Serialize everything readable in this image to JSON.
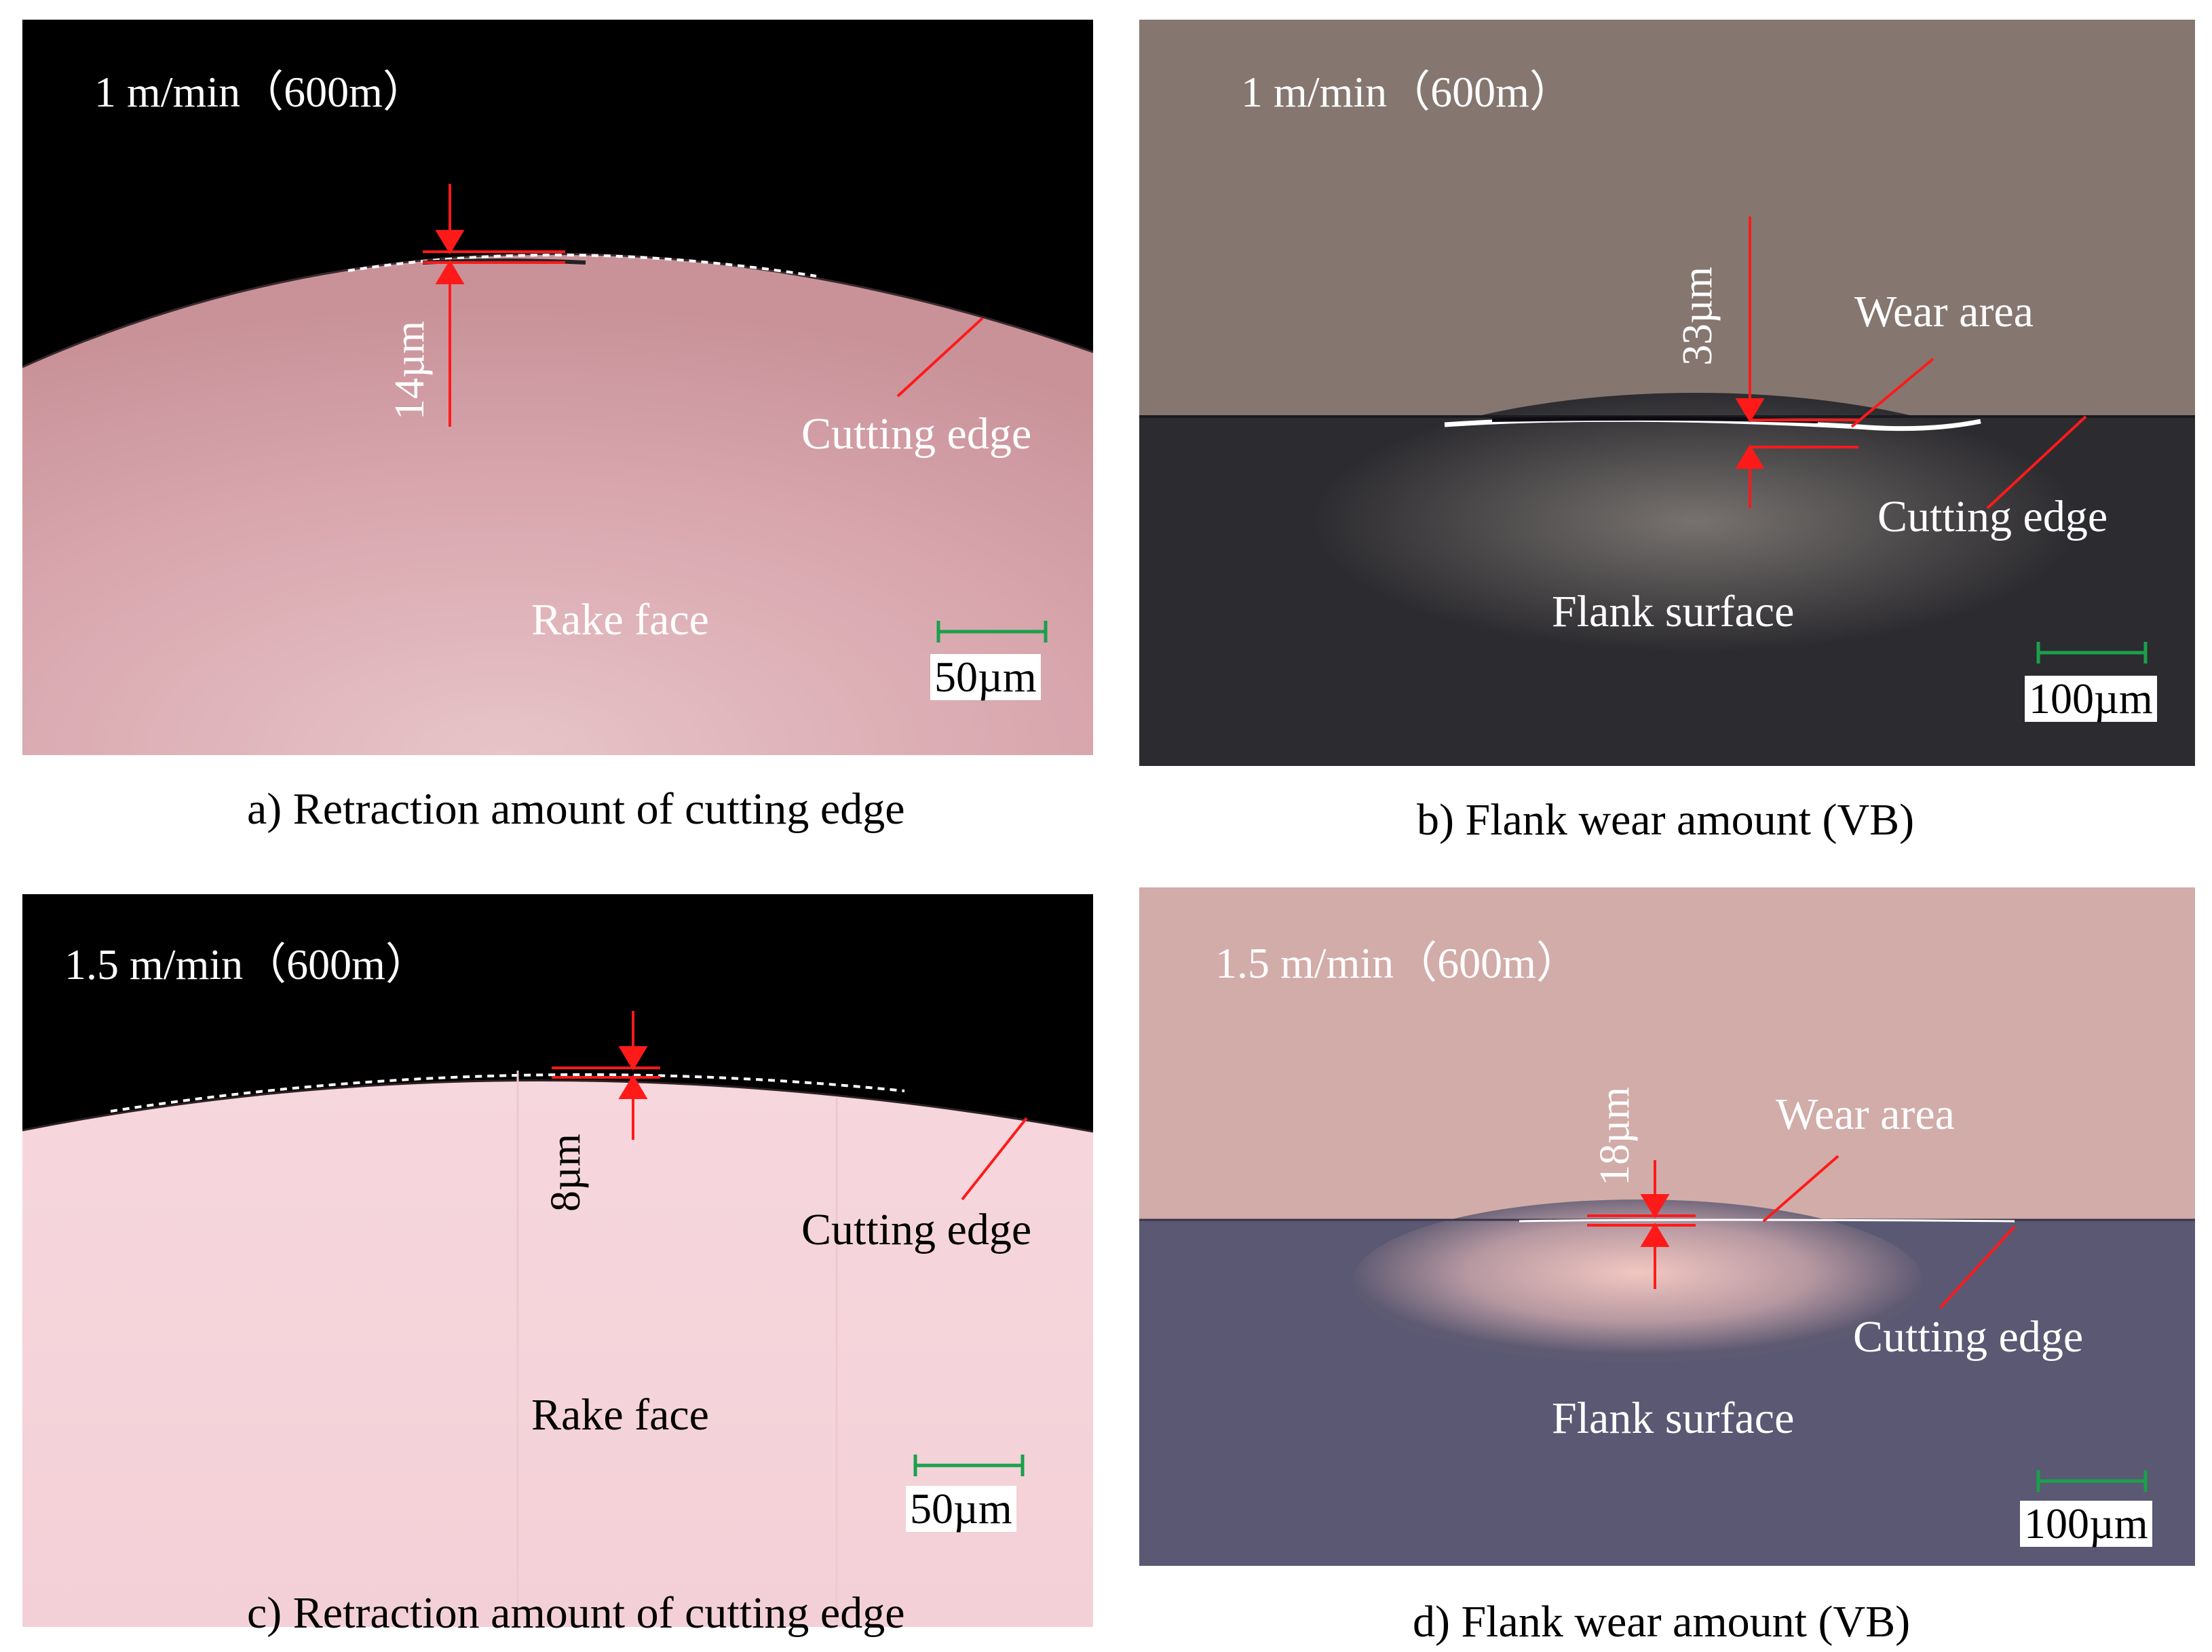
{
  "panels": {
    "a": {
      "speed": "1 m/min（600m）",
      "measurement": "14µm",
      "cutting_edge": "Cutting edge",
      "face": "Rake face",
      "scale": "50µm",
      "caption": "a) Retraction amount of cutting edge"
    },
    "b": {
      "speed": "1 m/min（600m）",
      "measurement": "33µm",
      "wear_area": "Wear area",
      "cutting_edge": "Cutting edge",
      "face": "Flank surface",
      "scale": "100µm",
      "caption": "b) Flank wear amount (VB)"
    },
    "c": {
      "speed": "1.5 m/min（600m）",
      "measurement": "8µm",
      "cutting_edge": "Cutting edge",
      "face": "Rake face",
      "scale": "50µm",
      "caption": "c) Retraction amount of cutting edge"
    },
    "d": {
      "speed": "1.5 m/min（600m）",
      "measurement": "18µm",
      "wear_area": "Wear area",
      "cutting_edge": "Cutting edge",
      "face": "Flank surface",
      "scale": "100µm",
      "caption": "d) Flank wear amount (VB)"
    }
  },
  "colors": {
    "annotation": "#ff1a1a",
    "scale_bar": "#1aa04a",
    "rake_face": "#d9a5ad",
    "flank_bg": "#847670"
  }
}
